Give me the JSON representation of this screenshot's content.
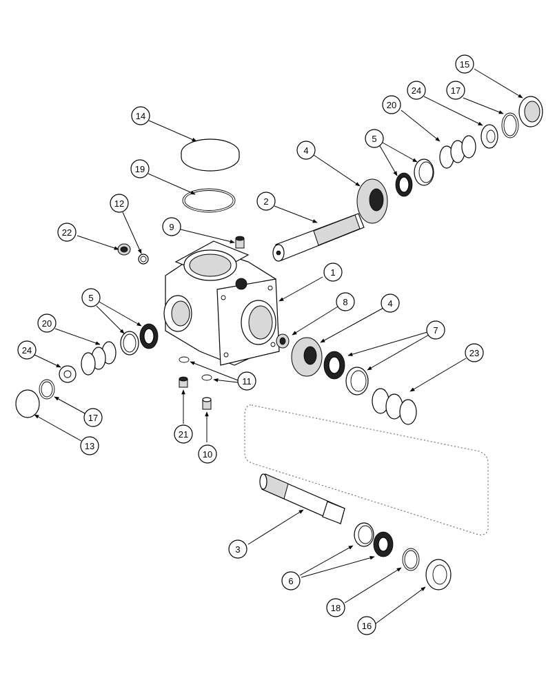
{
  "callouts": [
    {
      "id": "c14",
      "label": "14"
    },
    {
      "id": "c19",
      "label": "19"
    },
    {
      "id": "c12",
      "label": "12"
    },
    {
      "id": "c22",
      "label": "22"
    },
    {
      "id": "c9",
      "label": "9"
    },
    {
      "id": "c2",
      "label": "2"
    },
    {
      "id": "c4a",
      "label": "4"
    },
    {
      "id": "c5a",
      "label": "5"
    },
    {
      "id": "c20a",
      "label": "20"
    },
    {
      "id": "c24a",
      "label": "24"
    },
    {
      "id": "c17a",
      "label": "17"
    },
    {
      "id": "c15",
      "label": "15"
    },
    {
      "id": "c1",
      "label": "1"
    },
    {
      "id": "c8",
      "label": "8"
    },
    {
      "id": "c4b",
      "label": "4"
    },
    {
      "id": "c7",
      "label": "7"
    },
    {
      "id": "c23",
      "label": "23"
    },
    {
      "id": "c5b",
      "label": "5"
    },
    {
      "id": "c20b",
      "label": "20"
    },
    {
      "id": "c24b",
      "label": "24"
    },
    {
      "id": "c17b",
      "label": "17"
    },
    {
      "id": "c13",
      "label": "13"
    },
    {
      "id": "c11",
      "label": "11"
    },
    {
      "id": "c21",
      "label": "21"
    },
    {
      "id": "c10",
      "label": "10"
    },
    {
      "id": "c3",
      "label": "3"
    },
    {
      "id": "c6",
      "label": "6"
    },
    {
      "id": "c18",
      "label": "18"
    },
    {
      "id": "c16",
      "label": "16"
    }
  ]
}
